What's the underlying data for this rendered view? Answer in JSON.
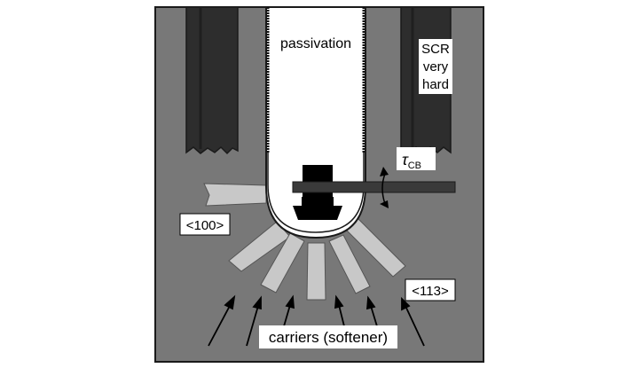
{
  "labels": {
    "passivation": "passivation",
    "scr_line1": "SCR",
    "scr_line2": "very",
    "scr_line3": "hard",
    "tau": "τ",
    "tau_sub": "CB",
    "dir_100": "<100>",
    "dir_113": "<113>",
    "carriers": "carriers (softener)"
  },
  "colors": {
    "matrix": "#787878",
    "scr_band": "#2d2d2d",
    "rays": "#c8c8c8",
    "cavity": "#ffffff",
    "outline": "#1a1a1a",
    "tip": "#000000",
    "cantilever": "#3a3a3a"
  }
}
